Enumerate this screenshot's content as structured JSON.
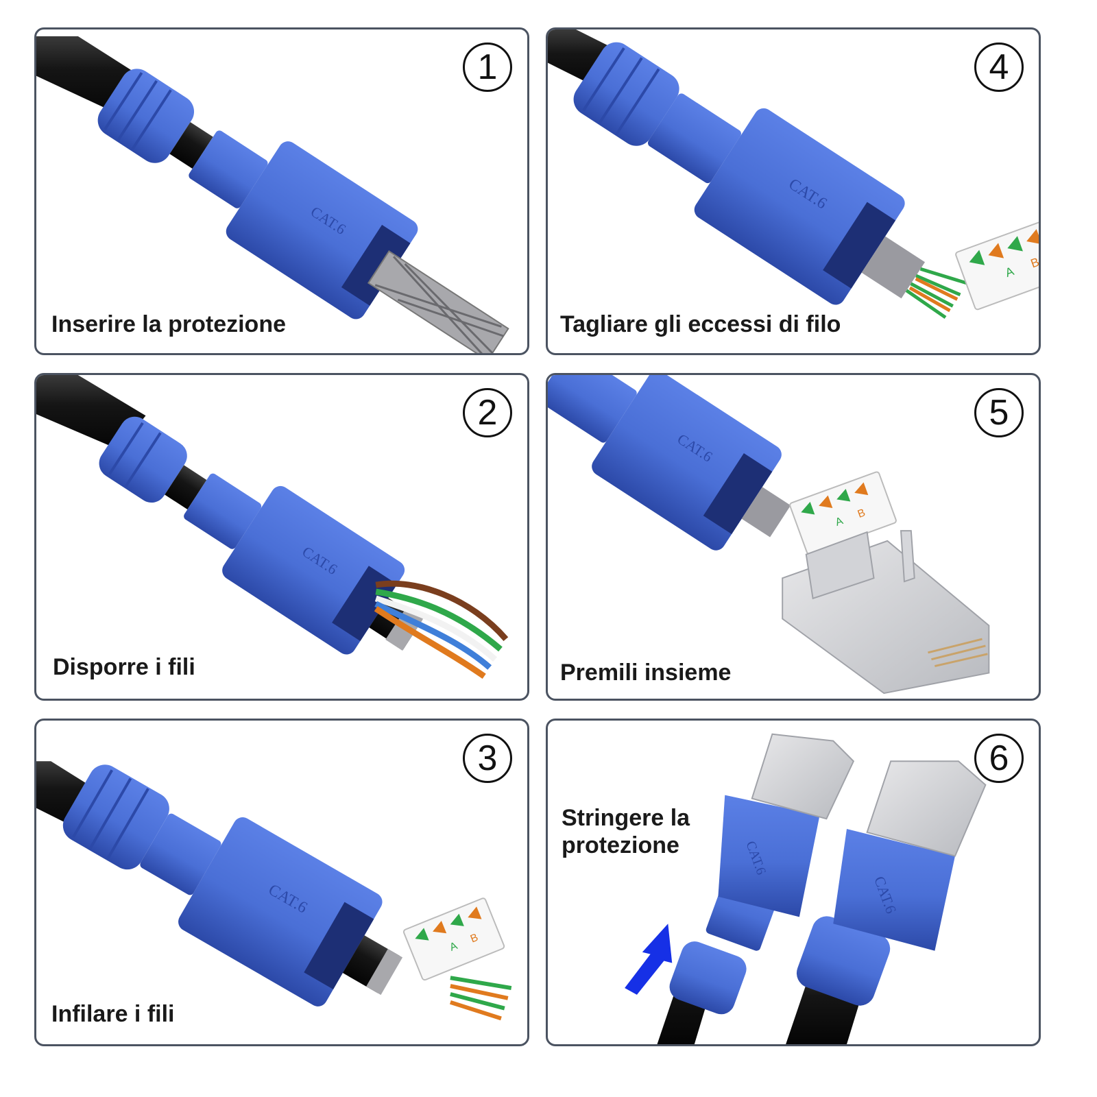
{
  "steps": [
    {
      "number": "1",
      "caption": "Inserire la protezione"
    },
    {
      "number": "4",
      "caption": "Tagliare gli eccessi di filo"
    },
    {
      "number": "2",
      "caption": "Disporre i fili"
    },
    {
      "number": "5",
      "caption": "Premili insieme"
    },
    {
      "number": "3",
      "caption": "Infilare i fili"
    },
    {
      "number": "6",
      "caption": "Stringere la protezione"
    }
  ],
  "housing_label": "CAT.6",
  "terminal_labels": {
    "a": "A",
    "b": "B"
  },
  "colors": {
    "border": "#4b5361",
    "housing_blue": "#4a6fd6",
    "housing_dark": "#2f4fb0",
    "cable_black": "#151515",
    "arrow_blue": "#1630e6",
    "wire_green": "#2fa84a",
    "wire_orange": "#e07a1e",
    "wire_brown": "#7a3e1e",
    "wire_blue": "#3f7fd9"
  }
}
